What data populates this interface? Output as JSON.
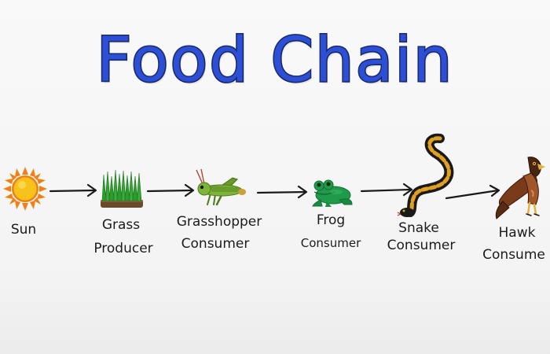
{
  "title": "Food Chain",
  "nodes": [
    {
      "id": "sun",
      "name": "Sun",
      "role": "",
      "icon": "sun-icon"
    },
    {
      "id": "grass",
      "name": "Grass",
      "role": "Producer",
      "icon": "grass-icon"
    },
    {
      "id": "grasshopper",
      "name": "Grasshopper",
      "role": "Consumer",
      "icon": "grasshopper-icon"
    },
    {
      "id": "frog",
      "name": "Frog",
      "role": "Consumer",
      "icon": "frog-icon"
    },
    {
      "id": "snake",
      "name": "Snake",
      "role": "Consumer",
      "icon": "snake-icon"
    },
    {
      "id": "hawk",
      "name": "Hawk",
      "role": "Consume",
      "icon": "hawk-icon"
    }
  ],
  "colors": {
    "title": "#2d4fd6",
    "sun": "#f5b800",
    "grass": "#2e9b2e",
    "frog": "#1f9a4a",
    "hawk": "#7a3b1b"
  }
}
